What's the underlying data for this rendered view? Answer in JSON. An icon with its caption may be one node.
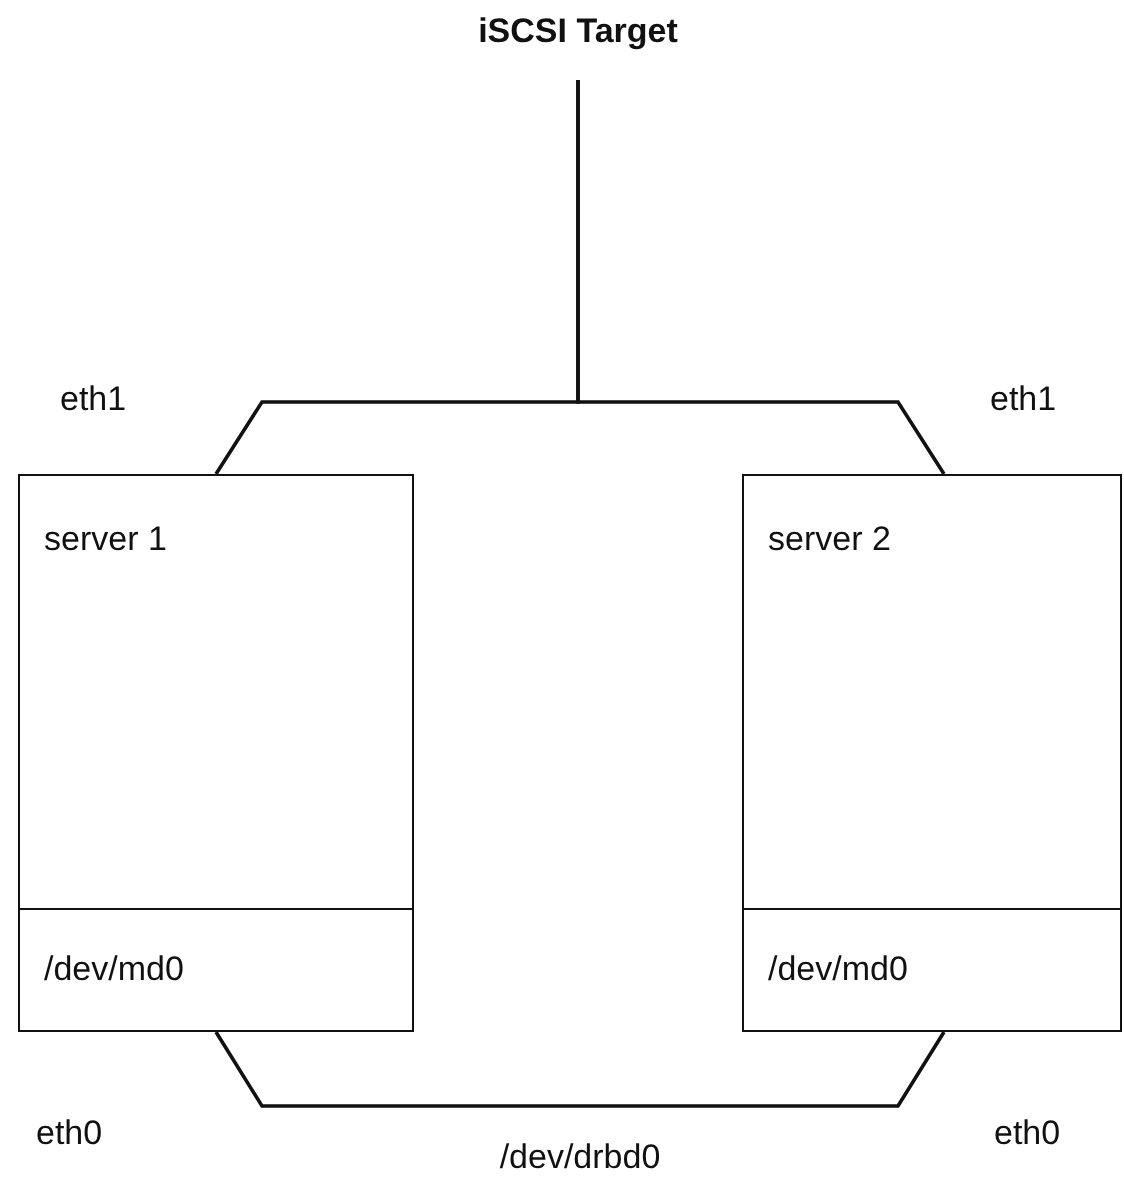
{
  "diagram": {
    "nodes": [
      {
        "text": [
          "iSCSI Target"
        ]
      },
      {
        "text": [
          "server 1"
        ]
      },
      {
        "text": [
          "/dev/md0"
        ],
        "in": 1
      },
      {
        "text": [
          "server 2"
        ]
      },
      {
        "text": [
          "/dev/md0"
        ],
        "in": 3
      }
    ],
    "edges": [
      {
        "from": 0,
        "to": 1,
        "arrow": "none"
      },
      {
        "from": 0,
        "to": 3,
        "arrow": "none"
      },
      {
        "from": 2,
        "to": 4,
        "arrow": "none",
        "label": "/dev/drbd0"
      }
    ],
    "labels": [
      "eth1",
      "eth1",
      "eth0",
      "eth0"
    ]
  }
}
